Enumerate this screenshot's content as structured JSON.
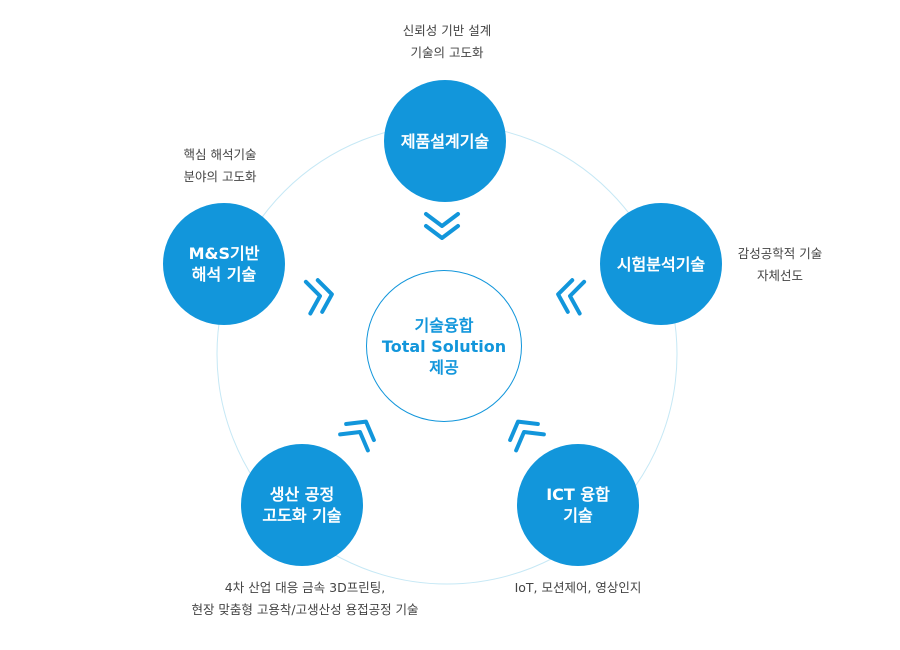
{
  "center": {
    "line1": "기술융합",
    "line2": "Total Solution",
    "line3": "제공"
  },
  "nodes": {
    "product_design": {
      "lines": [
        "제품설계기술"
      ],
      "desc": [
        "신뢰성 기반 설계",
        "기술의 고도화"
      ]
    },
    "testing_analysis": {
      "lines": [
        "시험분석기술"
      ],
      "desc": [
        "감성공학적 기술",
        "자체선도"
      ]
    },
    "ict_fusion": {
      "lines": [
        "ICT 융합",
        "기술"
      ],
      "desc": [
        "IoT, 모션제어, 영상인지"
      ]
    },
    "production_process": {
      "lines": [
        "생산 공정",
        "고도화 기술"
      ],
      "desc": [
        "4차 산업 대응 금속 3D프린팅,",
        "현장 맞춤형 고용착/고생산성 용접공정 기술"
      ]
    },
    "ms_analysis": {
      "lines": [
        "M&S기반",
        "해석 기술"
      ],
      "desc": [
        "핵심 해석기술",
        "분야의 고도화"
      ]
    }
  },
  "colors": {
    "primary": "#1296db",
    "ring": "#c6e8f5",
    "text": "#444444"
  },
  "icons": {
    "arrow": "double-chevron-icon"
  }
}
